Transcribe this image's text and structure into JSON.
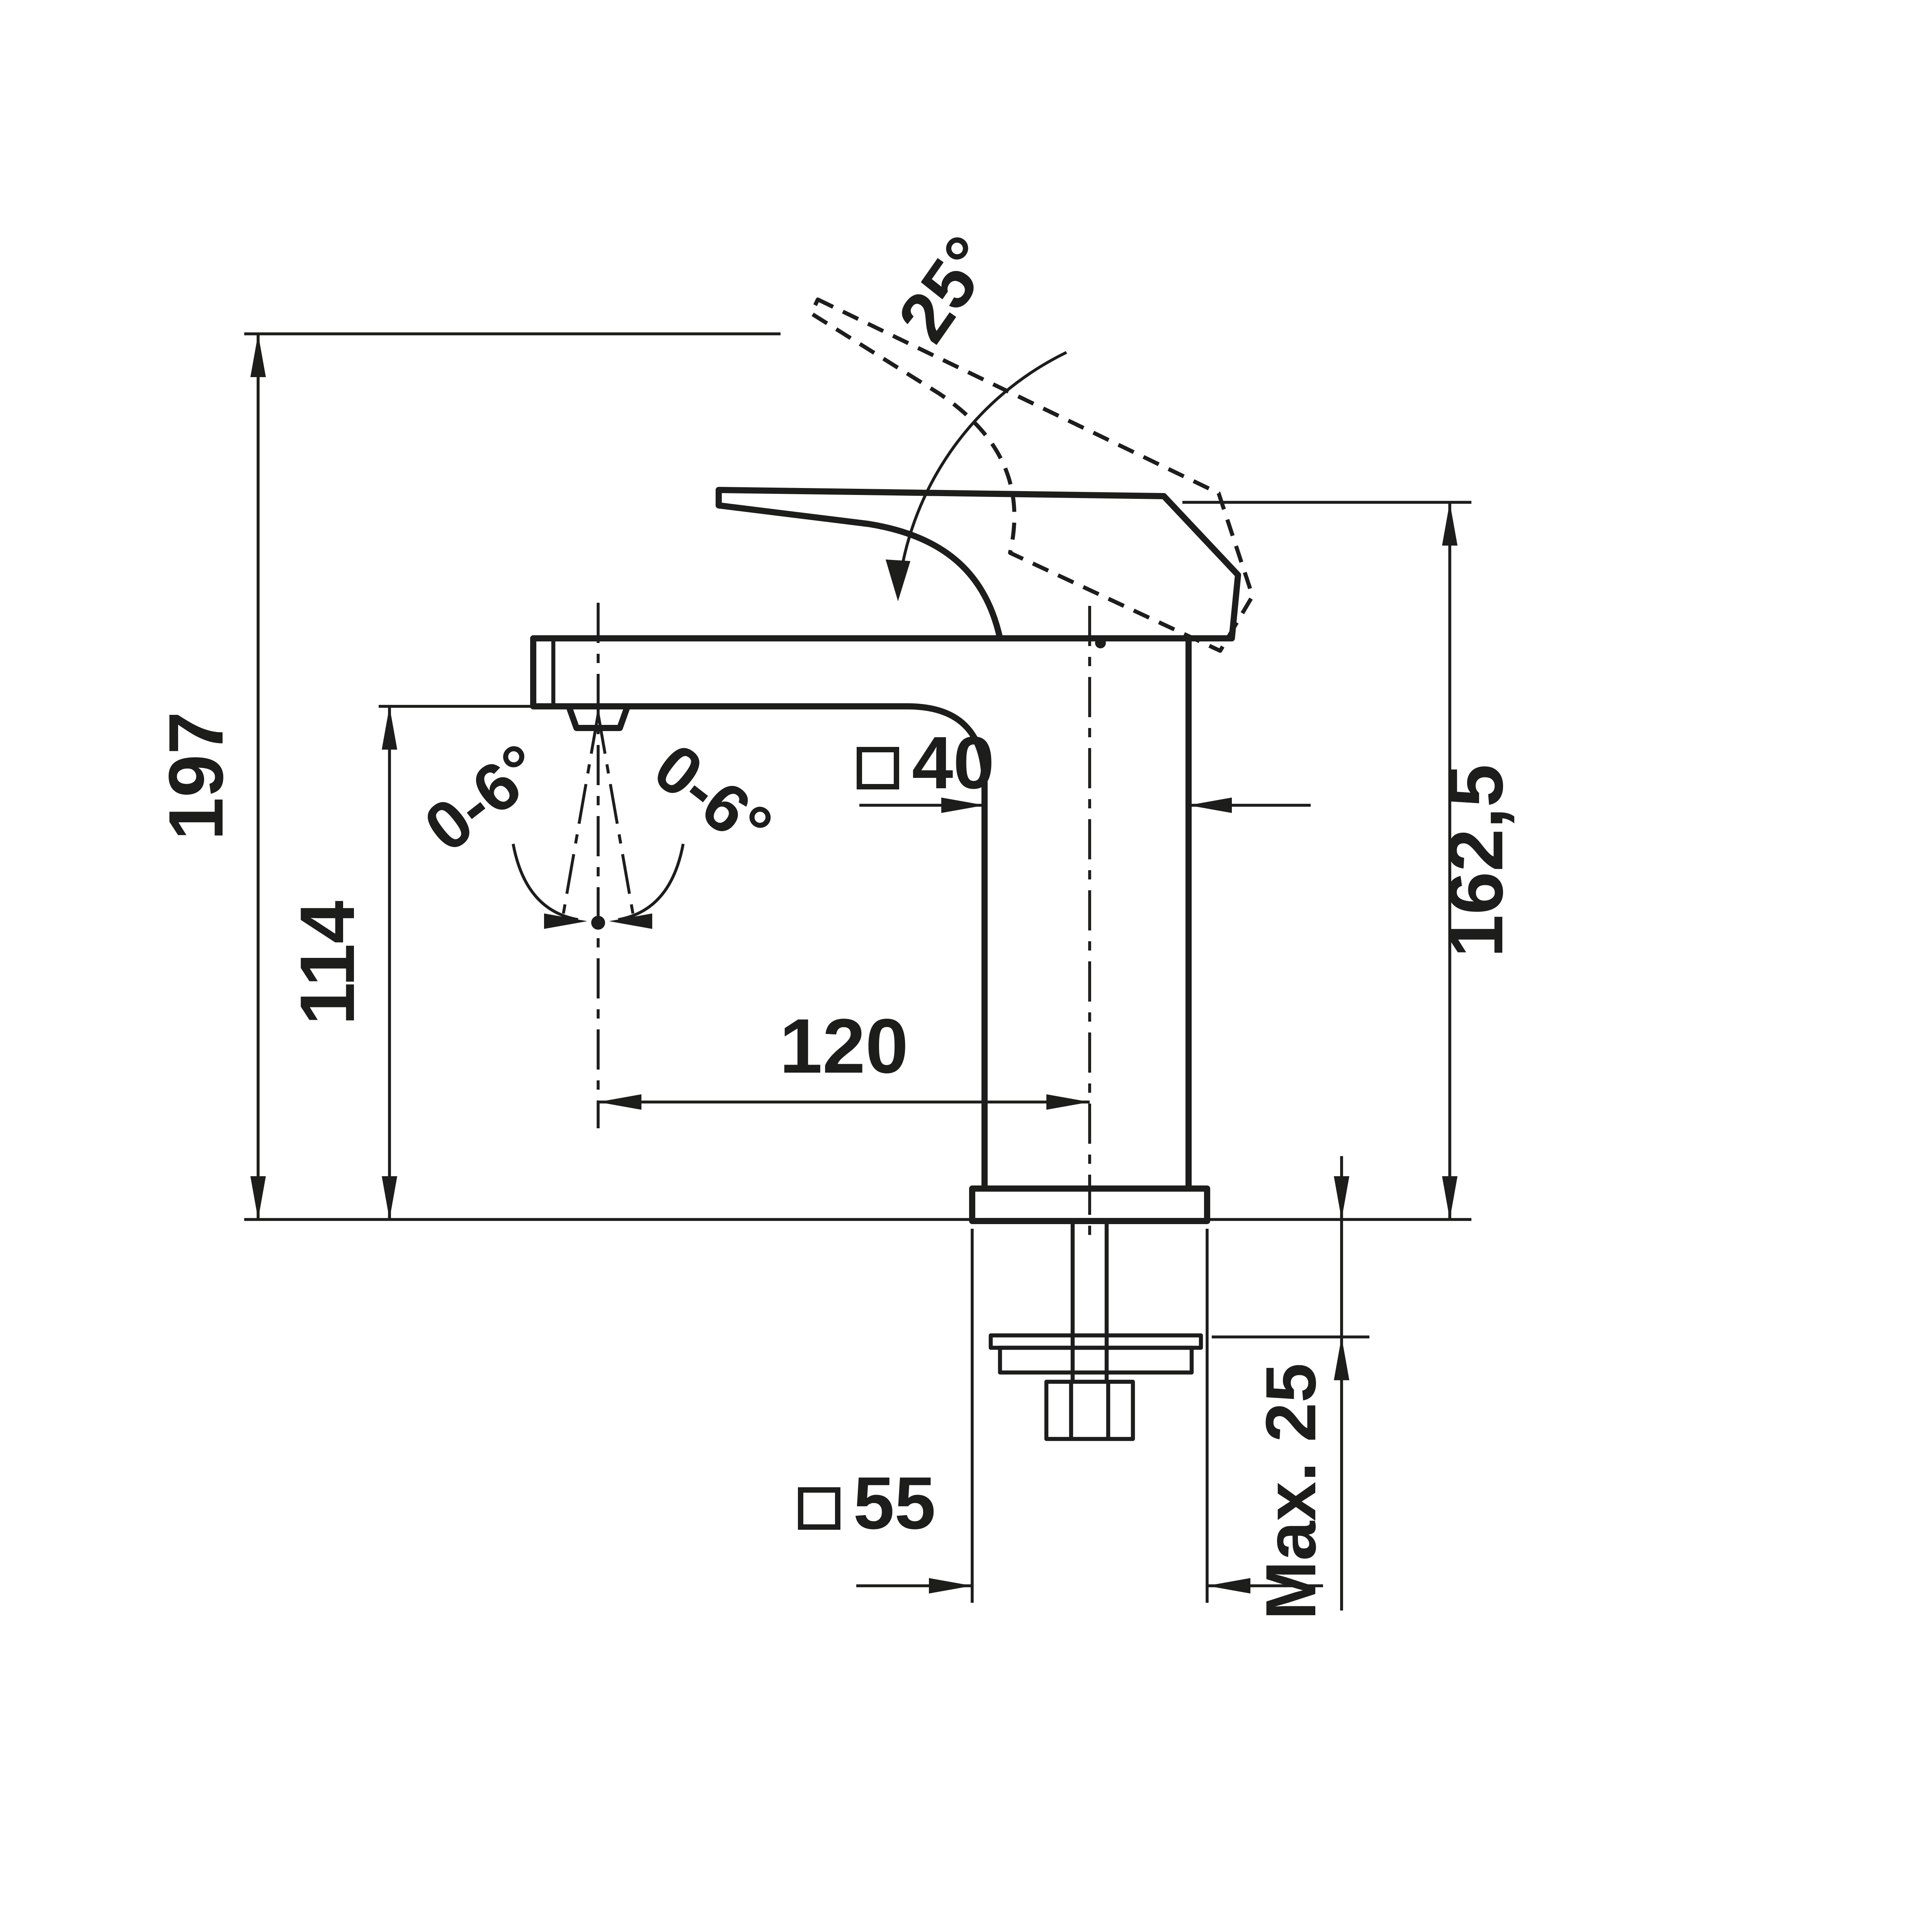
{
  "diagram": {
    "type": "technical-dimension-drawing",
    "subject": "single-lever basin mixer faucet, side view",
    "labels": {
      "height_total": "197",
      "height_spout": "114",
      "height_body": "162,5",
      "reach": "120",
      "body_width": "40",
      "base_width": "55",
      "counter_max": "Max. 25",
      "handle_angle": "25°",
      "swivel_left": "0-6°",
      "swivel_right": "0-6°"
    },
    "colors": {
      "ink": "#1d1d1b",
      "background": "#ffffff"
    }
  }
}
